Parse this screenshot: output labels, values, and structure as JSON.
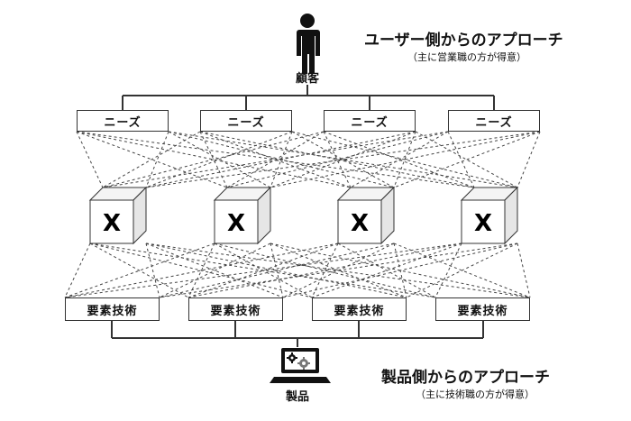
{
  "user_approach": {
    "title": "ユーザー側からのアプローチ",
    "note": "（主に営業職の方が得意）"
  },
  "product_approach": {
    "title": "製品側からのアプローチ",
    "note": "（主に技術職の方が得意）"
  },
  "customer": {
    "label": "顧客",
    "icon": "person-icon"
  },
  "product": {
    "label": "製品",
    "icon": "laptop-gear-icon"
  },
  "needs": [
    "ニーズ",
    "ニーズ",
    "ニーズ",
    "ニーズ"
  ],
  "solutions": [
    "X",
    "X",
    "X",
    "X"
  ],
  "elements": [
    "要素技術",
    "要素技術",
    "要素技術",
    "要素技術"
  ],
  "colors": {
    "line": "#333333",
    "icon": "#111111",
    "box_border": "#333333"
  }
}
